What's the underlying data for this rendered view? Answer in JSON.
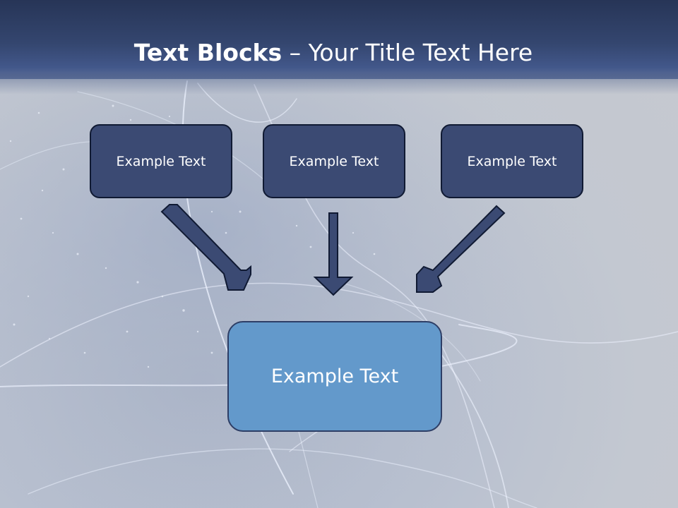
{
  "slide": {
    "title_bold": "Text Blocks",
    "title_separator": " – ",
    "title_rest": "Your Title Text Here"
  },
  "blocks": {
    "top": [
      {
        "label": "Example Text"
      },
      {
        "label": "Example Text"
      },
      {
        "label": "Example Text"
      }
    ],
    "main": {
      "label": "Example Text"
    }
  },
  "colors": {
    "header": "#34466f",
    "top_box_fill": "#3b4a73",
    "top_box_border": "#101a33",
    "main_box_fill": "#6399cb",
    "main_box_border": "#2d3e66",
    "arrow_fill": "#3b4a73",
    "arrow_border": "#101a33"
  }
}
